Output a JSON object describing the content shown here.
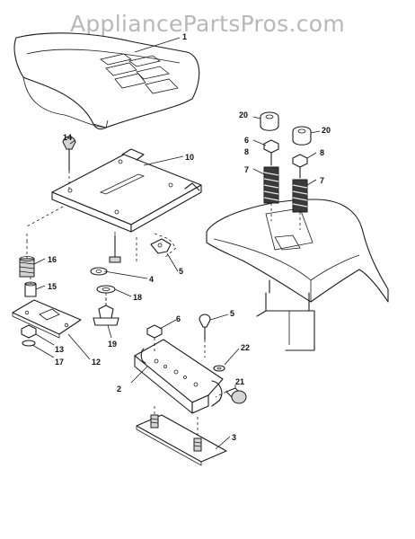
{
  "watermark": "AppliancePartsPros.com",
  "callouts": [
    {
      "id": "c1",
      "label": "1"
    },
    {
      "id": "c2",
      "label": "2"
    },
    {
      "id": "c3",
      "label": "3"
    },
    {
      "id": "c4",
      "label": "4"
    },
    {
      "id": "c5a",
      "label": "5"
    },
    {
      "id": "c5b",
      "label": "5"
    },
    {
      "id": "c6a",
      "label": "6"
    },
    {
      "id": "c6b",
      "label": "6"
    },
    {
      "id": "c7a",
      "label": "7"
    },
    {
      "id": "c7b",
      "label": "7"
    },
    {
      "id": "c8a",
      "label": "8"
    },
    {
      "id": "c8b",
      "label": "8"
    },
    {
      "id": "c10",
      "label": "10"
    },
    {
      "id": "c12",
      "label": "12"
    },
    {
      "id": "c13",
      "label": "13"
    },
    {
      "id": "c14",
      "label": "14"
    },
    {
      "id": "c15",
      "label": "15"
    },
    {
      "id": "c16",
      "label": "16"
    },
    {
      "id": "c17",
      "label": "17"
    },
    {
      "id": "c18",
      "label": "18"
    },
    {
      "id": "c19",
      "label": "19"
    },
    {
      "id": "c20a",
      "label": "20"
    },
    {
      "id": "c20b",
      "label": "20"
    },
    {
      "id": "c21",
      "label": "21"
    },
    {
      "id": "c22",
      "label": "22"
    }
  ]
}
